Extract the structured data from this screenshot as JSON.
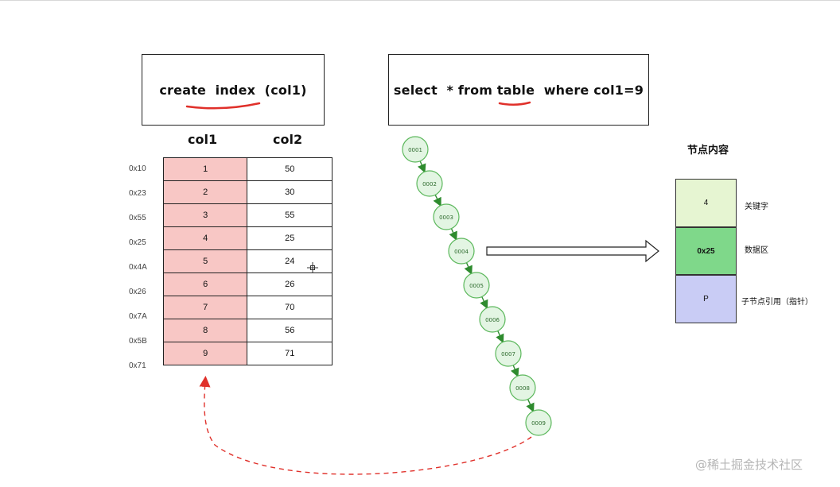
{
  "index_box": {
    "text": "create  index  (col1)",
    "underline_color": "#e0302a"
  },
  "select_box": {
    "text": "select  * from table  where col1=9",
    "underline_color": "#e0302a"
  },
  "table": {
    "headers": [
      "col1",
      "col2"
    ],
    "rows": [
      {
        "addr": "0x10",
        "col1": "1",
        "col2": "50"
      },
      {
        "addr": "0x23",
        "col1": "2",
        "col2": "30"
      },
      {
        "addr": "0x55",
        "col1": "3",
        "col2": "55"
      },
      {
        "addr": "0x25",
        "col1": "4",
        "col2": "25"
      },
      {
        "addr": "0x4A",
        "col1": "5",
        "col2": "24"
      },
      {
        "addr": "0x26",
        "col1": "6",
        "col2": "26"
      },
      {
        "addr": "0x7A",
        "col1": "7",
        "col2": "70"
      },
      {
        "addr": "0x5B",
        "col1": "8",
        "col2": "56"
      },
      {
        "addr": "0x71",
        "col1": "9",
        "col2": "71"
      }
    ],
    "col1_color": "#f8c7c5"
  },
  "chain_nodes": [
    "0001",
    "0002",
    "0003",
    "0004",
    "0005",
    "0006",
    "0007",
    "0008",
    "0009"
  ],
  "node_fill": "#e3f5e3",
  "node_stroke": "#5cb85c",
  "arrow_color": "#2e8b2e",
  "dashed_arrow_color": "#e0302a",
  "node_content": {
    "title": "节点内容",
    "cells": [
      {
        "value": "4",
        "label": "关键字",
        "color": "#e6f5d2"
      },
      {
        "value": "0x25",
        "label": "数据区",
        "color": "#7fd88a"
      },
      {
        "value": "P",
        "label": "子节点引用（指针）",
        "color": "#c9ccf5"
      }
    ]
  },
  "watermark": "@稀土掘金技术社区"
}
